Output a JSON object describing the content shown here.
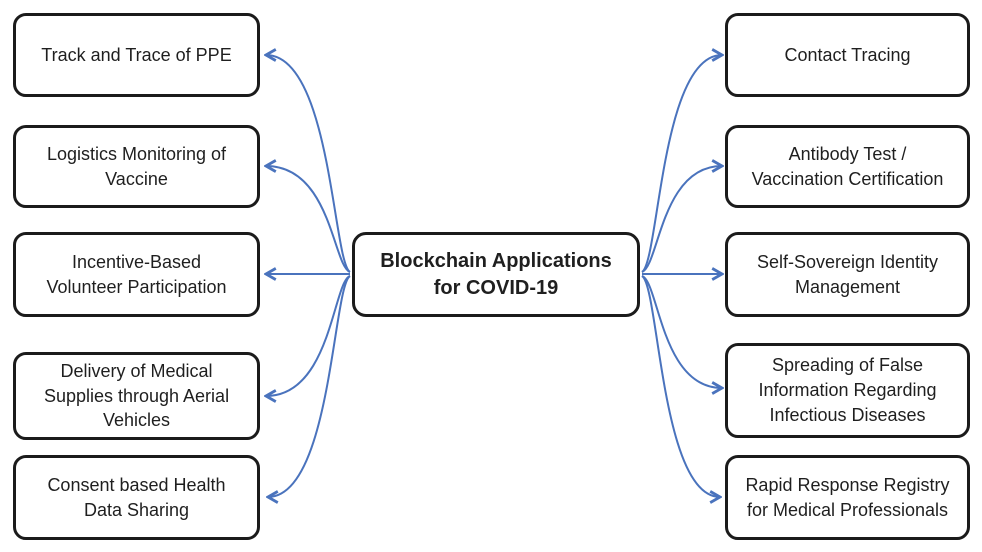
{
  "diagram": {
    "center": {
      "label": "Blockchain Applications\nfor COVID-19"
    },
    "left": [
      {
        "label": "Track and Trace of PPE"
      },
      {
        "label": "Logistics Monitoring of\nVaccine"
      },
      {
        "label": "Incentive-Based\nVolunteer Participation"
      },
      {
        "label": "Delivery of Medical\nSupplies through Aerial\nVehicles"
      },
      {
        "label": "Consent based Health\nData Sharing"
      }
    ],
    "right": [
      {
        "label": "Contact Tracing"
      },
      {
        "label": "Antibody Test /\nVaccination Certification"
      },
      {
        "label": "Self-Sovereign Identity\nManagement"
      },
      {
        "label": "Spreading of False\nInformation Regarding\nInfectious Diseases"
      },
      {
        "label": "Rapid Response Registry\nfor Medical Professionals"
      }
    ]
  },
  "colors": {
    "arrow": "#4a73bd",
    "box-border": "#1b1b1b",
    "box-bg": "#ffffff",
    "text": "#1f1f1f",
    "page-bg": "#ffffff"
  }
}
